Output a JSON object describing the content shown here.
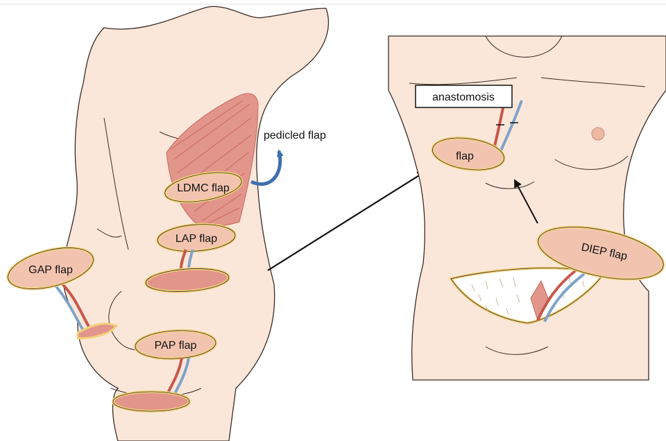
{
  "labels": {
    "ldmc": "LDMC flap",
    "lap": "LAP flap",
    "gap": "GAP flap",
    "pap": "PAP flap",
    "diep": "DIEP flap",
    "flap": "flap",
    "pedicled": "pedicled flap",
    "anastomosis": "anastomosis"
  },
  "colors": {
    "skin": "#FBE7DA",
    "skin_outline": "#3A2A24",
    "flap_fill": "#F2C4B0",
    "flap_border": "#F2D27A",
    "muscle": "#E2958A",
    "muscle_dark": "#C9685E",
    "artery": "#C8564A",
    "vein": "#7FA3C8",
    "arrow_blue": "#3F6FB0",
    "arrow_black": "#111111",
    "wound_fill": "#FFFFFF",
    "wound_hair": "#C9B39A",
    "nipple": "#EDB9A4"
  }
}
